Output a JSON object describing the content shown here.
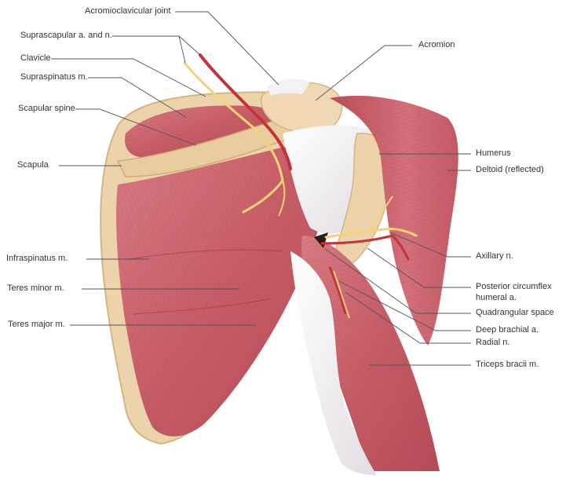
{
  "labels": {
    "acromioclavicular_joint": "Acromioclavicular joint",
    "suprascapular": "Suprascapular a. and n.",
    "clavicle": "Clavicle",
    "supraspinatus": "Supraspinatus m.",
    "scapular_spine": "Scapular spine",
    "scapula": "Scapula",
    "infraspinatus": "Infraspinatus m.",
    "teres_minor": "Teres minor m.",
    "teres_major": "Teres major m.",
    "acromion": "Acromion",
    "humerus": "Humerus",
    "deltoid": "Deltoid (reflected)",
    "axillary": "Axillary n.",
    "posterior_circumflex_1": "Posterior circumflex",
    "posterior_circumflex_2": "humeral a.",
    "quadrangular": "Quadrangular space",
    "deep_brachial": "Deep brachial a.",
    "radial": "Radial n.",
    "triceps": "Triceps bracii m."
  },
  "colors": {
    "muscle": "#c9616a",
    "muscle_dark": "#a84550",
    "muscle_light": "#e0939a",
    "bone": "#ecd3ab",
    "bone_edge": "#d9b888",
    "tendon": "#f1eef0",
    "nerve": "#f5d27a",
    "artery": "#c2343a",
    "leader": "#555555"
  }
}
